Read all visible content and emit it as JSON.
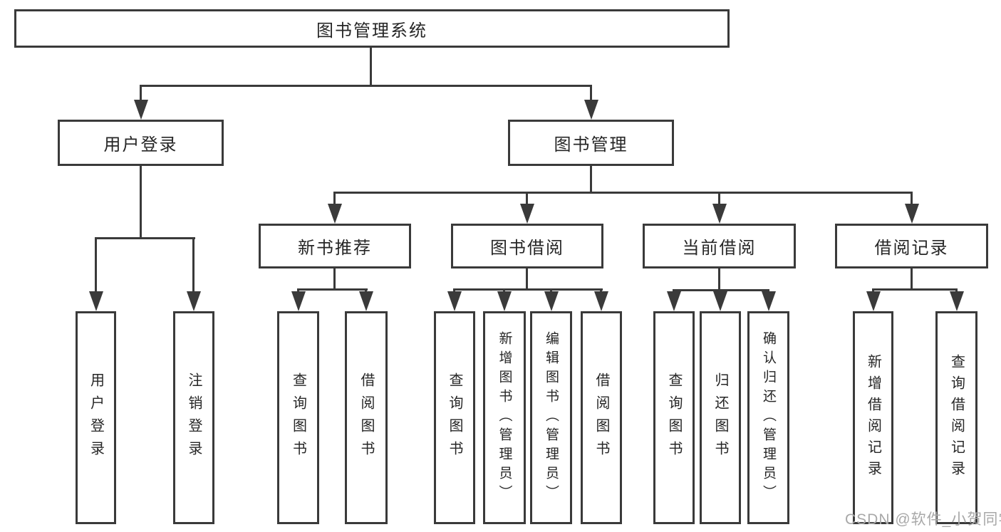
{
  "tree": {
    "root": "图书管理系统",
    "l2": [
      "用户登录",
      "图书管理"
    ],
    "l3": [
      "新书推荐",
      "图书借阅",
      "当前借阅",
      "借阅记录"
    ],
    "l4": {
      "userLogin": [
        "用户登录",
        "注销登录"
      ],
      "newBookRec": [
        "查询图书",
        "借阅图书"
      ],
      "bookBorrow": [
        "查询图书",
        "新增图书（管理员）",
        "编辑图书（管理员）",
        "借阅图书"
      ],
      "currentBorrow": [
        "查询图书",
        "归还图书",
        "确认归还（管理员）"
      ],
      "borrowRecords": [
        "新增借阅记录",
        "查询借阅记录"
      ]
    }
  },
  "watermark": "CSDN @软件_小贺同学",
  "colors": {
    "line": "#3a3a3a",
    "text": "#262626",
    "watermark": "#a8a8a8",
    "background": "#ffffff"
  }
}
